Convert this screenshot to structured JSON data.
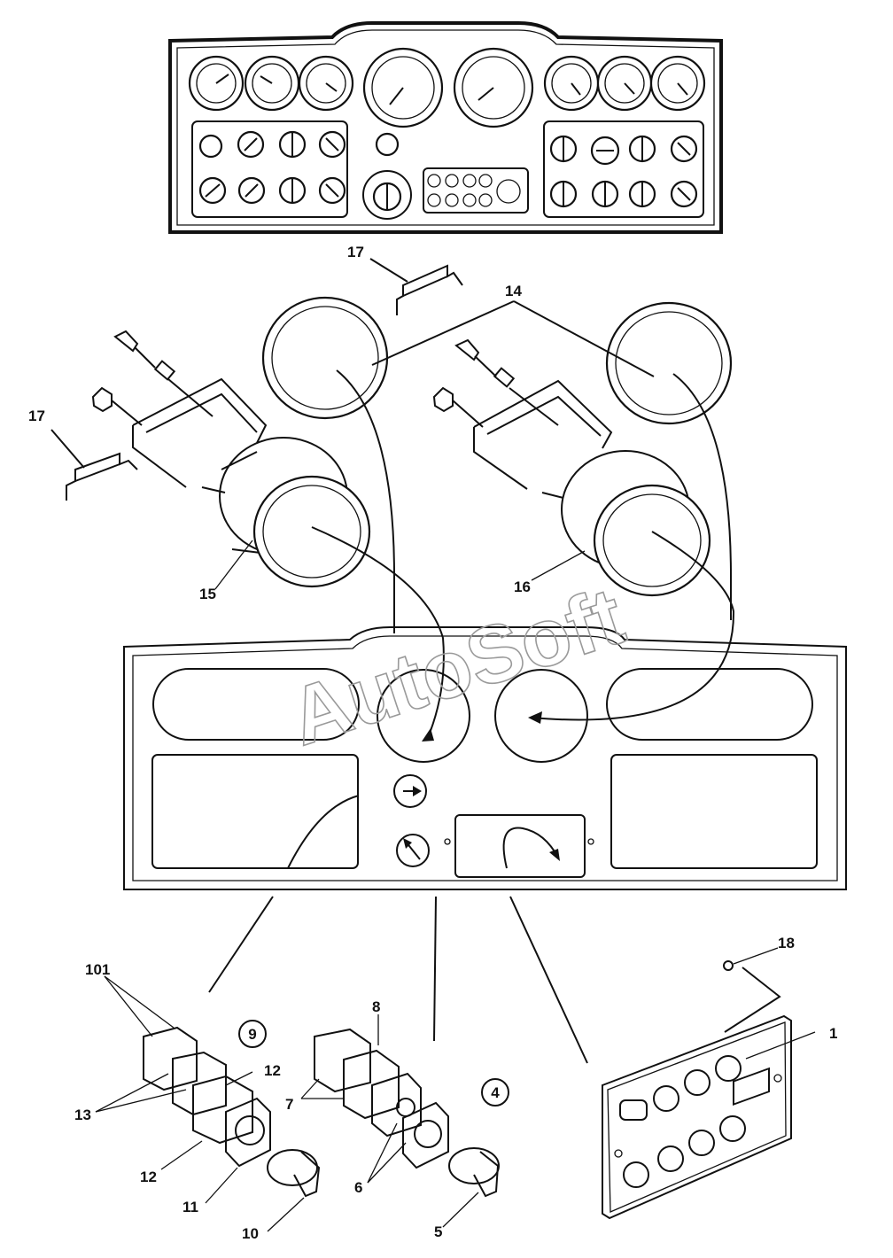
{
  "watermark": "AutoSoft",
  "callouts": {
    "c1": "1",
    "c4": "4",
    "c5": "5",
    "c6": "6",
    "c7": "7",
    "c8": "8",
    "c9": "9",
    "c10": "10",
    "c11": "11",
    "c12a": "12",
    "c12b": "12",
    "c13": "13",
    "c14": "14",
    "c15": "15",
    "c16": "16",
    "c17a": "17",
    "c17b": "17",
    "c18": "18",
    "c101": "101"
  }
}
